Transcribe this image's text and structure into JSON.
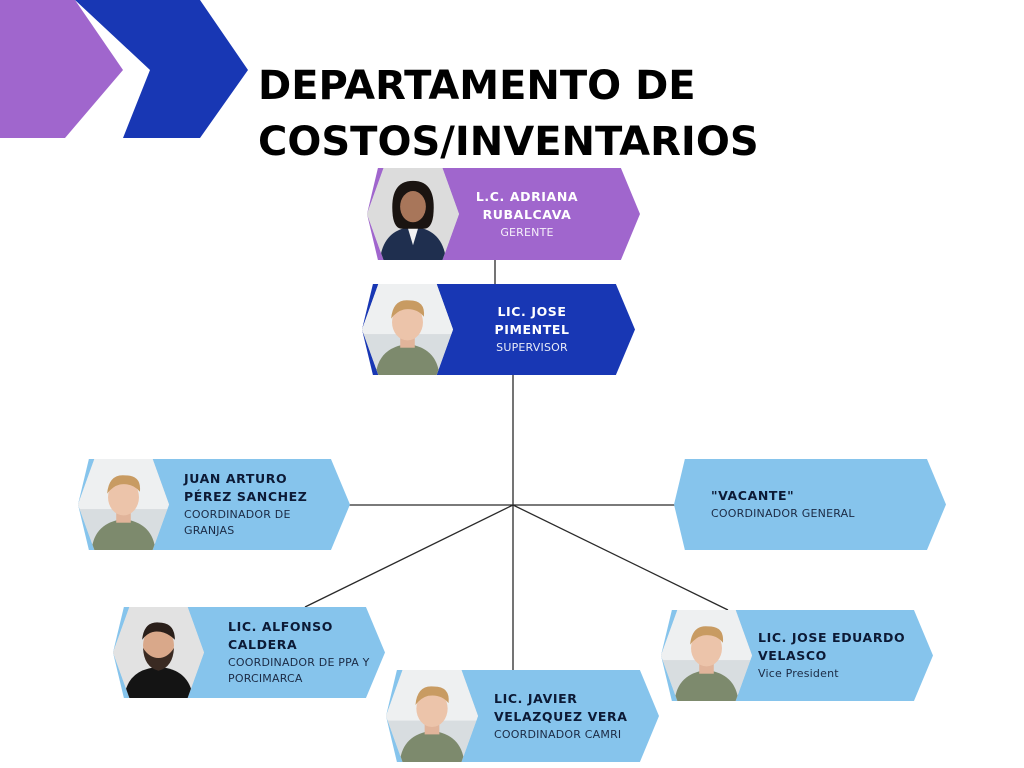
{
  "title": "DEPARTAMENTO DE\nCOSTOS/INVENTARIOS",
  "colors": {
    "purple": "#a066cd",
    "blue": "#1837b4",
    "light_blue": "#86c4ec",
    "line": "#2a2a2a"
  },
  "nodes": {
    "gerente": {
      "name": "L.C. ADRIANA RUBALCAVA",
      "role": "GERENTE",
      "photo": "woman-portrait-icon"
    },
    "supervisor": {
      "name": "LIC. JOSE PIMENTEL",
      "role": "SUPERVISOR",
      "photo": "man-portrait-icon"
    },
    "granjas": {
      "name": "JUAN ARTURO PÉREZ SANCHEZ",
      "role": "COORDINADOR DE GRANJAS",
      "photo": "man-portrait-icon"
    },
    "vacante": {
      "name": "\"VACANTE\"",
      "role": "COORDINADOR GENERAL"
    },
    "ppa": {
      "name": "LIC. ALFONSO CALDERA",
      "role": "COORDINADOR DE PPA Y PORCIMARCA",
      "photo": "bearded-man-portrait-icon"
    },
    "camri": {
      "name": "LIC. JAVIER VELAZQUEZ VERA",
      "role": "COORDINADOR CAMRI",
      "photo": "man-portrait-icon"
    },
    "velasco": {
      "name": "LIC. JOSE EDUARDO VELASCO",
      "role": "Vice President",
      "photo": "man-portrait-icon"
    }
  }
}
